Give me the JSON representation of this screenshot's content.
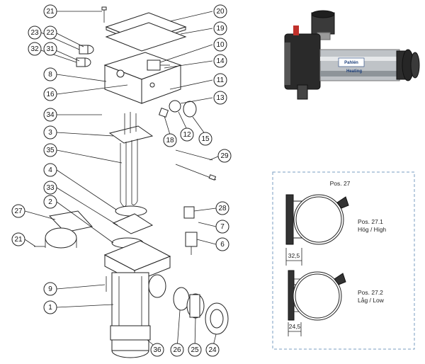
{
  "callouts": [
    "21",
    "20",
    "23",
    "22",
    "19",
    "32",
    "31",
    "10",
    "8",
    "14",
    "11",
    "16",
    "13",
    "34",
    "18",
    "12",
    "15",
    "3",
    "29",
    "35",
    "4",
    "33",
    "28",
    "2",
    "27",
    "7",
    "21",
    "6",
    "9",
    "1",
    "36",
    "26",
    "25",
    "24"
  ],
  "inset": {
    "title": "Pos. 27",
    "high_label_1": "Pos. 27.1",
    "high_label_2": "Hög / High",
    "high_dim": "32,5",
    "low_label_1": "Pos. 27.2",
    "low_label_2": "Låg / Low",
    "low_dim": "24,5"
  },
  "photo": {
    "brand": "Pahlén",
    "model": "Heating"
  },
  "colors": {
    "line": "#222222",
    "inset_border": "#7a9cc0",
    "photo_body": "#2a2a2a",
    "accent_red": "#c0312b"
  }
}
